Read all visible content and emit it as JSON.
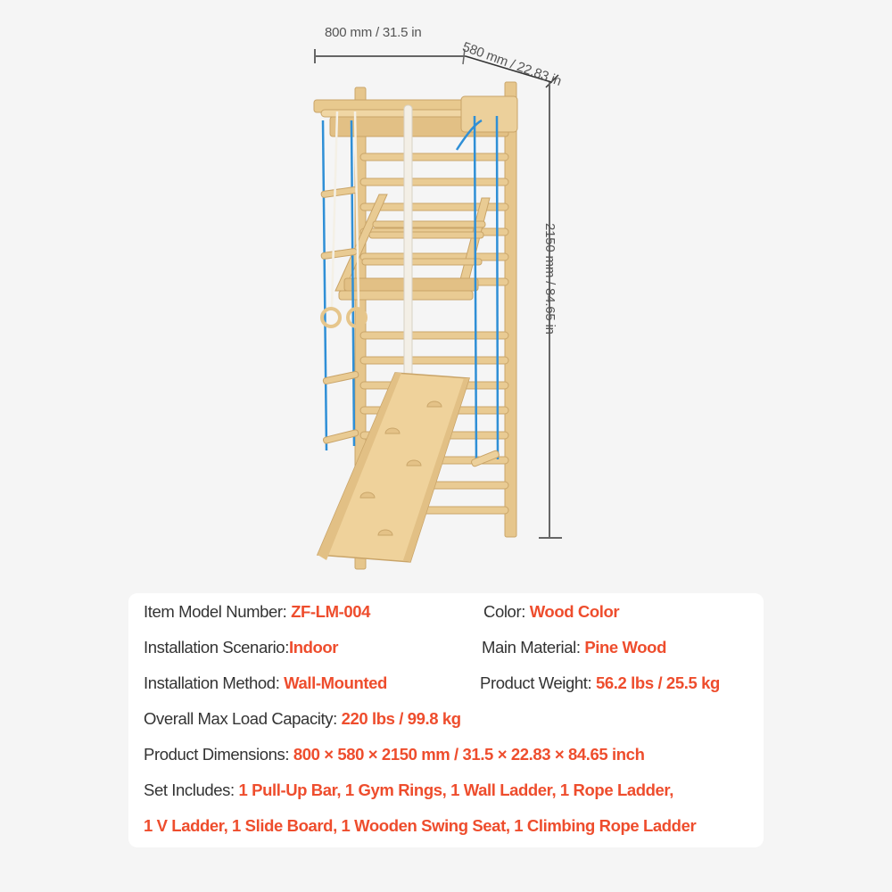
{
  "dimensions": {
    "width": "800 mm / 31.5 in",
    "depth": "580 mm / 22.83 in",
    "height": "2150 mm / 84.65 in"
  },
  "product_image": {
    "subject": "wooden indoor wall gym / climbing set",
    "parts_visible": [
      "pull-up bar",
      "gym rings",
      "wall ladder",
      "rope ladder",
      "V ladder",
      "slide board",
      "wooden swing seat",
      "climbing rope"
    ]
  },
  "colors": {
    "accent": "#ee4d2d",
    "label_text": "#333333",
    "page_bg": "#f5f5f5",
    "card_bg": "#ffffff",
    "wood": "#e8c98e",
    "rope_blue": "#2f8fd6"
  },
  "specs": {
    "model_number": {
      "label": "Item Model Number: ",
      "value": "ZF-LM-004"
    },
    "color": {
      "label": "Color:  ",
      "value": "Wood Color"
    },
    "installation_scenario": {
      "label": "Installation Scenario:",
      "value": "Indoor"
    },
    "main_material": {
      "label": "Main Material: ",
      "value": "Pine Wood"
    },
    "installation_method": {
      "label": "Installation Method:  ",
      "value": "Wall-Mounted"
    },
    "product_weight": {
      "label": "Product Weight: ",
      "value": "56.2 lbs / 25.5 kg"
    },
    "max_load": {
      "label": "Overall Max Load Capacity:  ",
      "value": "220 lbs / 99.8 kg"
    },
    "dimensions": {
      "label": "Product Dimensions: ",
      "value": "800 × 580 × 2150 mm / 31.5 × 22.83 × 84.65 inch"
    },
    "set_includes": {
      "label": "Set Includes:  ",
      "line1": "1 Pull-Up Bar, 1 Gym Rings, 1 Wall Ladder, 1 Rope Ladder,",
      "line2": "1 V Ladder, 1 Slide Board, 1 Wooden Swing Seat, 1 Climbing Rope Ladder"
    }
  }
}
